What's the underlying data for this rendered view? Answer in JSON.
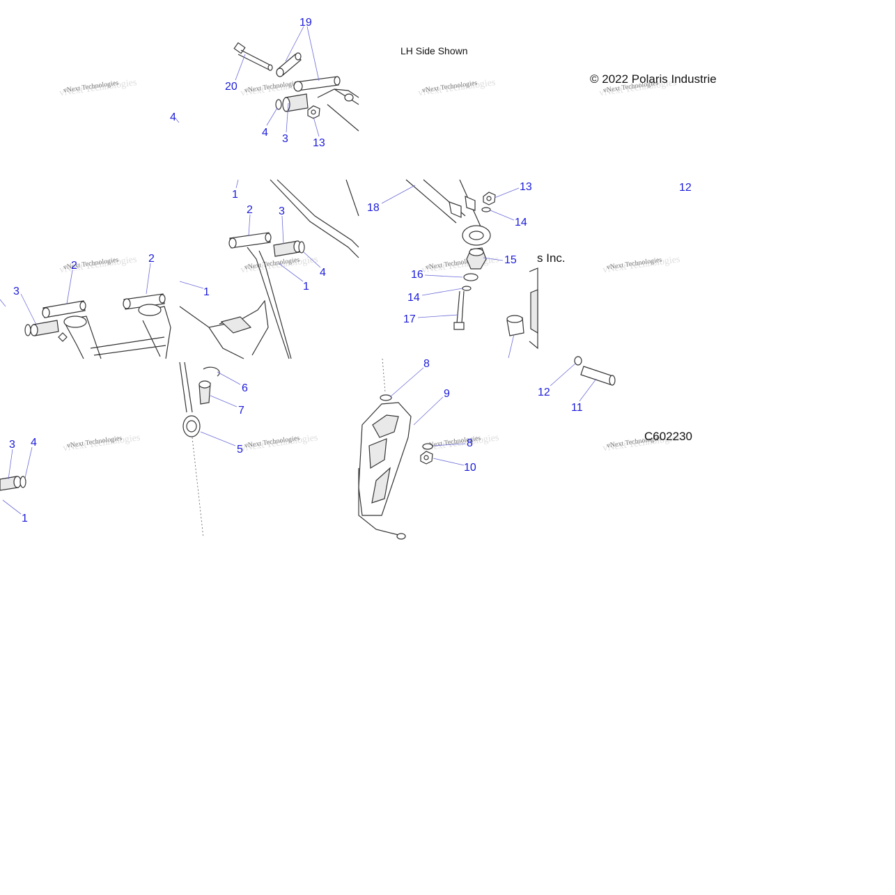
{
  "notes": {
    "side_shown": "LH Side Shown",
    "copyright_line1": "© 2022 Polaris Industrie",
    "copyright_line2": "s Inc.",
    "figure_code": "C602230",
    "watermark": "vNext Technologies"
  },
  "callouts": [
    {
      "id": "c19",
      "label": "19"
    },
    {
      "id": "c20",
      "label": "20"
    },
    {
      "id": "c4a",
      "label": "4"
    },
    {
      "id": "c4b",
      "label": "4"
    },
    {
      "id": "c3a",
      "label": "3"
    },
    {
      "id": "c13a",
      "label": "13"
    },
    {
      "id": "c1a",
      "label": "1"
    },
    {
      "id": "c2a",
      "label": "2"
    },
    {
      "id": "c3b",
      "label": "3"
    },
    {
      "id": "c4c",
      "label": "4"
    },
    {
      "id": "c1b",
      "label": "1"
    },
    {
      "id": "c2b",
      "label": "2"
    },
    {
      "id": "c2c",
      "label": "2"
    },
    {
      "id": "c3c",
      "label": "3"
    },
    {
      "id": "c1c",
      "label": "1"
    },
    {
      "id": "c18",
      "label": "18"
    },
    {
      "id": "c13b",
      "label": "13"
    },
    {
      "id": "c14a",
      "label": "14"
    },
    {
      "id": "c15",
      "label": "15"
    },
    {
      "id": "c16",
      "label": "16"
    },
    {
      "id": "c14b",
      "label": "14"
    },
    {
      "id": "c17",
      "label": "17"
    },
    {
      "id": "c12a",
      "label": "12"
    },
    {
      "id": "c6",
      "label": "6"
    },
    {
      "id": "c7",
      "label": "7"
    },
    {
      "id": "c5",
      "label": "5"
    },
    {
      "id": "c3d",
      "label": "3"
    },
    {
      "id": "c4d",
      "label": "4"
    },
    {
      "id": "c1d",
      "label": "1"
    },
    {
      "id": "c8a",
      "label": "8"
    },
    {
      "id": "c9",
      "label": "9"
    },
    {
      "id": "c8b",
      "label": "8"
    },
    {
      "id": "c10",
      "label": "10"
    },
    {
      "id": "c12b",
      "label": "12"
    },
    {
      "id": "c11",
      "label": "11"
    }
  ],
  "colors": {
    "callout": "#1a1adb",
    "leader": "#6a6ad8",
    "outline": "#333333"
  }
}
